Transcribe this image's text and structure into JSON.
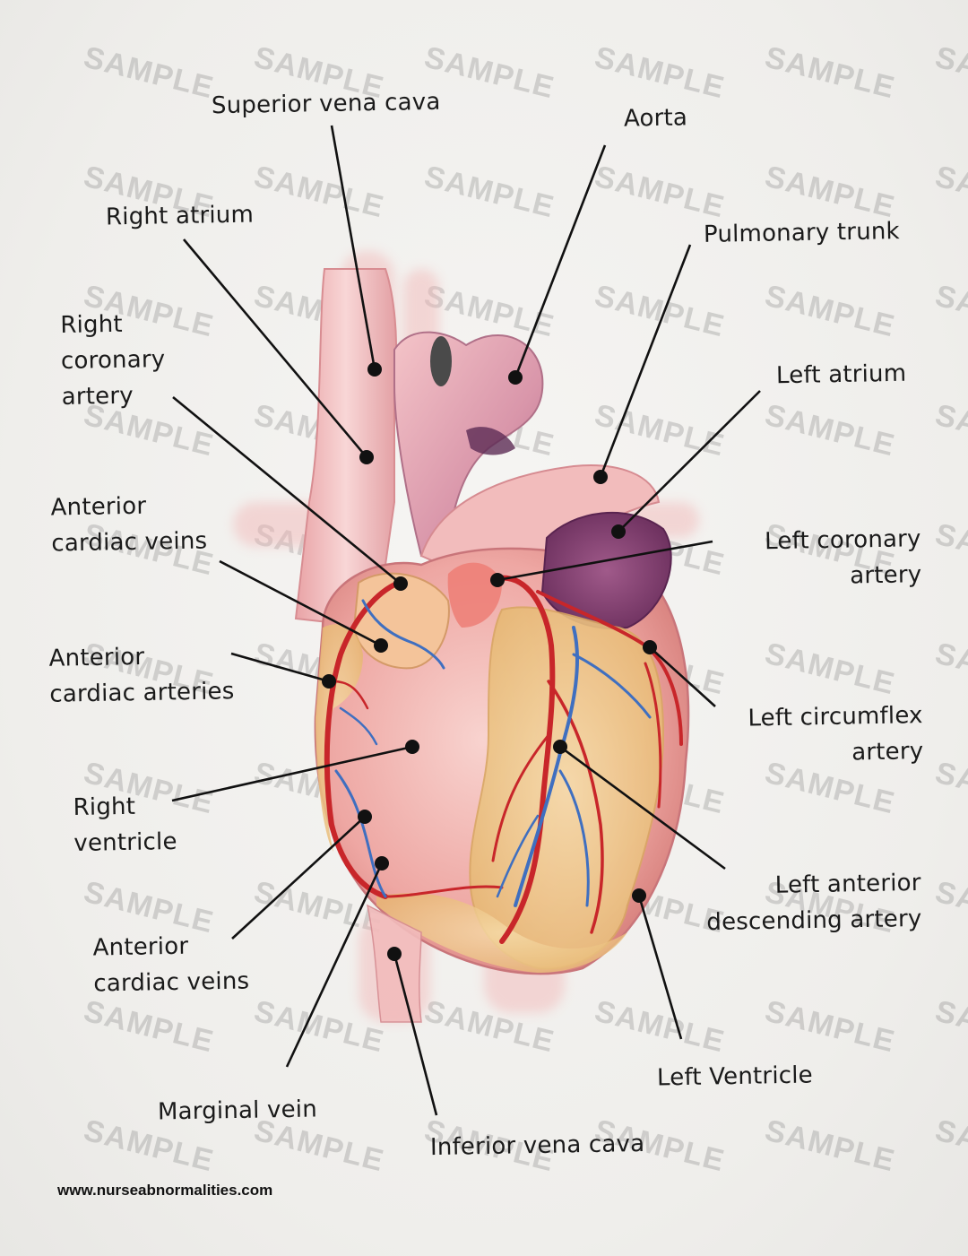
{
  "watermark": "SAMPLE",
  "website": "www.nurseabnormalities.com",
  "labels": {
    "superior_vena_cava": [
      "Superior vena cava"
    ],
    "aorta": [
      "Aorta"
    ],
    "right_atrium": [
      "Right atrium"
    ],
    "pulmonary_trunk": [
      "Pulmonary trunk"
    ],
    "right_coronary_artery": [
      "Right",
      "coronary",
      "artery"
    ],
    "left_atrium": [
      "Left atrium"
    ],
    "anterior_cardiac_veins_top": [
      "Anterior",
      "cardiac veins"
    ],
    "left_coronary_artery": [
      "Left coronary",
      "artery"
    ],
    "anterior_cardiac_arteries": [
      "Anterior",
      "cardiac arteries"
    ],
    "left_circumflex_artery": [
      "Left circumflex",
      "artery"
    ],
    "right_ventricle": [
      "Right",
      "ventricle"
    ],
    "left_anterior_descending_artery": [
      "Left anterior",
      "descending artery"
    ],
    "anterior_cardiac_veins_bottom": [
      "Anterior",
      "cardiac veins"
    ],
    "left_ventricle": [
      "Left Ventricle"
    ],
    "marginal_vein": [
      "Marginal vein"
    ],
    "inferior_vena_cava": [
      "Inferior vena cava"
    ]
  },
  "colors": {
    "artery": "#c8262a",
    "vein": "#3f6fc0",
    "fat": "#eec98a",
    "heart_muscle": "#f2b2ad",
    "vessel_pink": "#f0b8b8",
    "atrium_purple": "#8a4a78"
  }
}
